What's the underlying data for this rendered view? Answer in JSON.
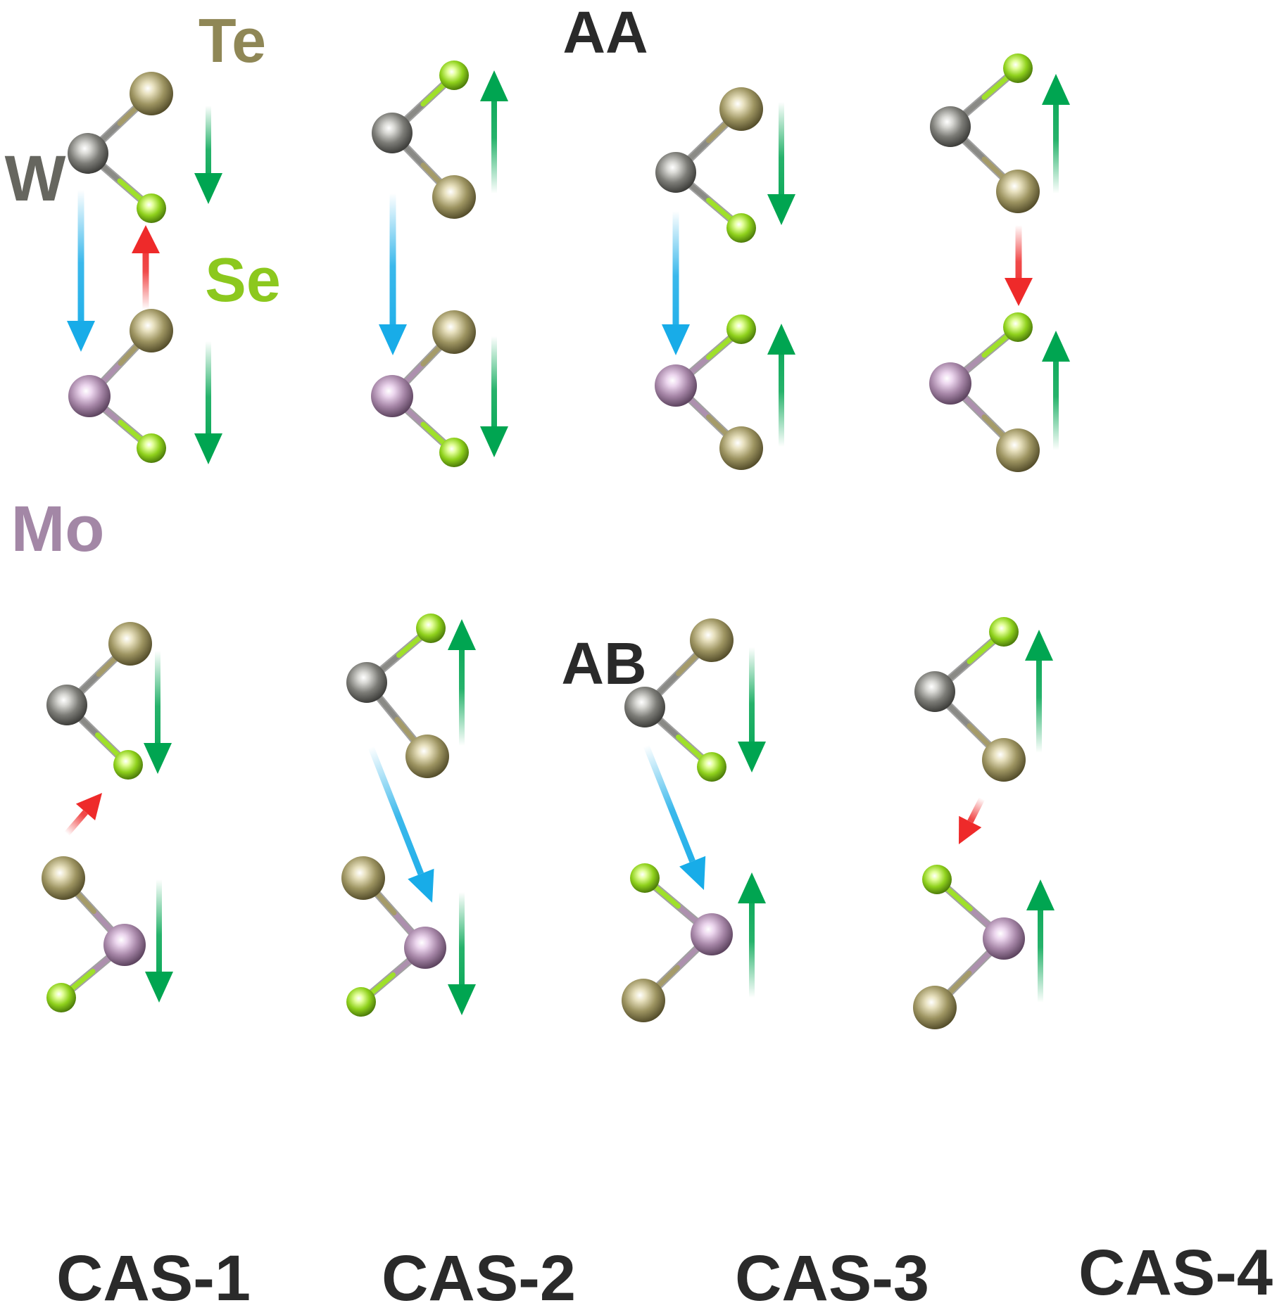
{
  "headings": {
    "aa": "AA",
    "ab": "AB"
  },
  "elements": {
    "te": {
      "label": "Te",
      "color": "#8f8756"
    },
    "w": {
      "label": "W",
      "color": "#66665f"
    },
    "se": {
      "label": "Se",
      "color": "#8cc81e"
    },
    "mo": {
      "label": "Mo",
      "color": "#a387a6"
    }
  },
  "columns": [
    {
      "label": "CAS-1"
    },
    {
      "label": "CAS-2"
    },
    {
      "label": "CAS-3"
    },
    {
      "label": "CAS-4"
    }
  ],
  "arrow_colors": {
    "dipole": "#00a551",
    "blue": "#18ace8",
    "red": "#ee2a2a"
  }
}
